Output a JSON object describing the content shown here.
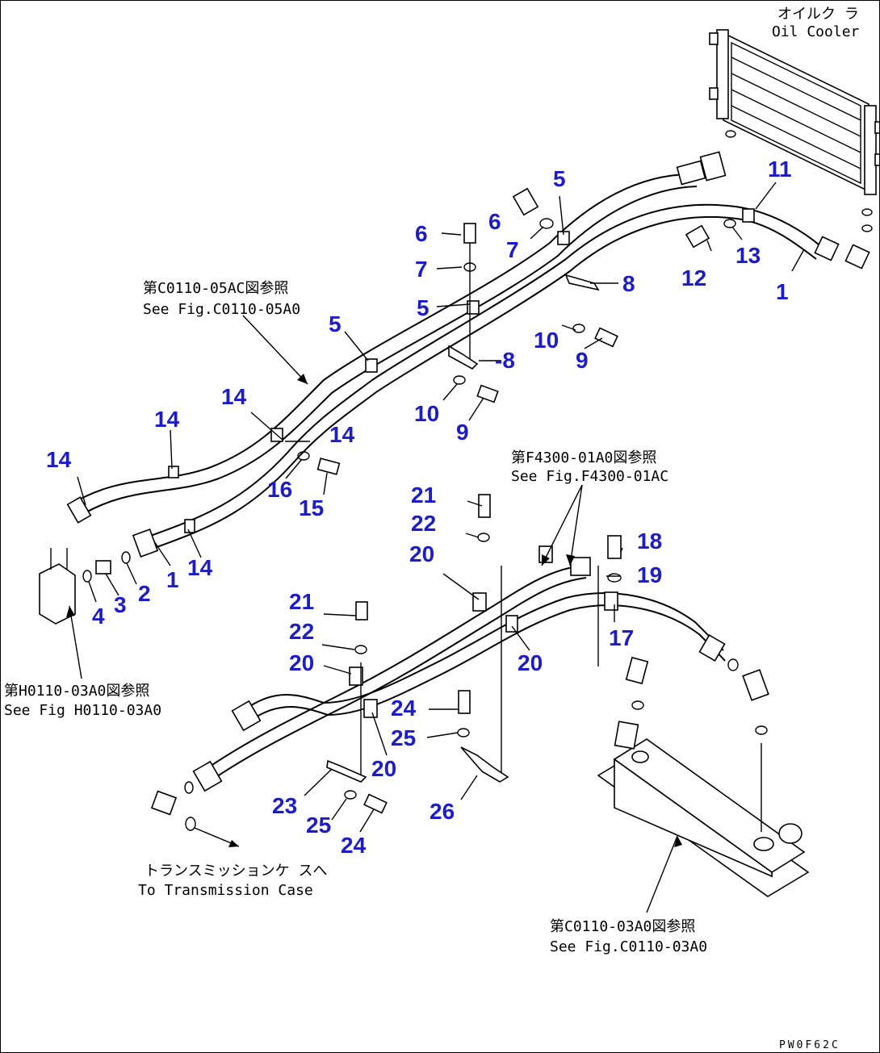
{
  "refs": {
    "oil_cooler_jp": "オイルク ラ",
    "oil_cooler_en": "Oil Cooler",
    "c0110_05a0_jp": "第C0110-05AC図参照",
    "c0110_05a0_en": "See Fig.C0110-05A0",
    "f4300_jp": "第F4300-01A0図参照",
    "f4300_en": "See Fig.F4300-01AC",
    "h0110_jp": "第H0110-03A0図参照",
    "h0110_en": "See Fig H0110-03A0",
    "trans_jp": "トランスミッションケ スへ",
    "trans_en": "To Transmission Case",
    "c0110_03a0_jp": "第C0110-03A0図参照",
    "c0110_03a0_en": "See Fig.C0110-03A0"
  },
  "drawing_code": "PW0F62C",
  "part_numbers": {
    "p1a": "1",
    "p1b": "1",
    "p2": "2",
    "p3": "3",
    "p4": "4",
    "p5a": "5",
    "p5b": "5",
    "p5c": "5",
    "p6a": "6",
    "p6b": "6",
    "p7a": "7",
    "p7b": "7",
    "p8a": "8",
    "p8b": "-8",
    "p9a": "9",
    "p9b": "9",
    "p10a": "10",
    "p10b": "10",
    "p11": "11",
    "p12": "12",
    "p13": "13",
    "p14a": "14",
    "p14b": "14",
    "p14c": "14",
    "p14d": "14",
    "p14e": "14",
    "p15": "15",
    "p16": "16",
    "p17": "17",
    "p18": "18",
    "p19": "19",
    "p20a": "20",
    "p20b": "20",
    "p20c": "20",
    "p20d": "20",
    "p21a": "21",
    "p21b": "21",
    "p22a": "22",
    "p22b": "22",
    "p23": "23",
    "p24a": "24",
    "p24b": "24",
    "p25a": "25",
    "p25b": "25",
    "p26": "26"
  },
  "colors": {
    "callout": "#1c1cc8",
    "line": "#000000"
  }
}
